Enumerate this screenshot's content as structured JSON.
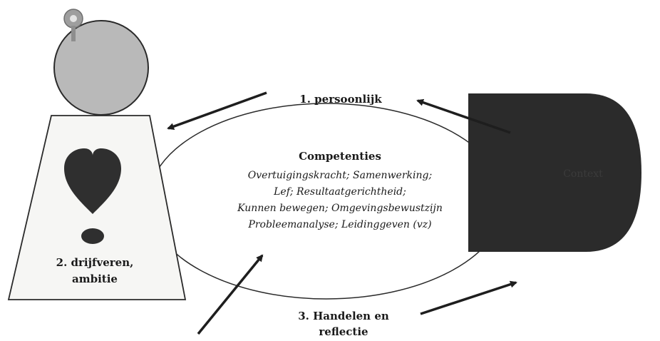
{
  "labels": {
    "step1": "1. persoonlijk",
    "step2_line1": "2. drijfveren,",
    "step2_line2": "ambitie",
    "step3_line1": "3. Handelen en",
    "step3_line2": "reflectie",
    "context_shape_text": "Context"
  },
  "competencies": {
    "title": "Competenties",
    "lines": [
      "Overtuigingskracht; Samenwerking;",
      "Lef; Resultaatgerichtheid;",
      "Kunnen bewegen; Omgevingsbewustzijn",
      "Probleemanalyse; Leidinggeven (vz)"
    ]
  },
  "colors": {
    "background": "#ffffff",
    "trapezoid_fill": "#f6f6f4",
    "heart_fill": "#2f2f2f",
    "head_fill": "#b9b9b9",
    "head_stroke": "#2a2a2a",
    "pin_fill": "#9e9e9e",
    "dark_shape_fill": "#2b2b2b",
    "dark_shape_text": "#3b3b3b",
    "arrow_color": "#1e1e1e",
    "ellipse_stroke": "#2a2a2a"
  }
}
